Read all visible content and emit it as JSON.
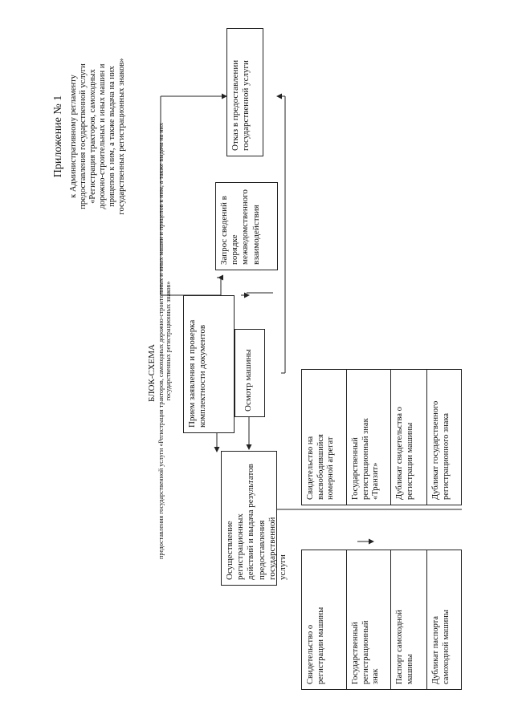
{
  "header": {
    "appendix_title": "Приложение № 1",
    "appendix_lines": "к Административному регламенту\nпредоставления государственной услуги\n«Регистрация тракторов, самоходных\nдорожно-строительных и иных машин и\nприцепов к ним, а также выдача на них\nгосударственных регистрационных знаков»"
  },
  "title": {
    "heading": "БЛОК-СХЕМА",
    "subtitle": "предоставления государственной услуги «Регистрация тракторов, самоходных дорожно-строительных и иных машин и прицепов к ним, а также выдача на них\nгосударственных регистрационных знаков»"
  },
  "boxes": {
    "reception": "Прием заявления и проверка\nкомплектности документов",
    "inspection": "Осмотр машины",
    "interagency_request": "Запрос сведений в\nпорядке\nмежведомственного\nвзаимодействия",
    "refusal": "Отказ в предоставлении\nгосударственной услуги",
    "registration": "Осуществление регистрационных\nдействий и выдача результатов\nпредоставления государственной\nуслуги"
  },
  "results_left": [
    "Свидетельство о\nрегистрации машины",
    "Государственный\nрегистрационный\nзнак",
    "Паспорт самоходной\nмашины",
    "Дубликат паспорта\nсамоходной машины"
  ],
  "results_right": [
    "Свидетельство на\nвысвободившийся\nномерной агрегат",
    "Государственный\nрегистрационный знак\n«Транзит»",
    "Дубликат свидетельства о\nрегистрации машины",
    "Дубликат государственного\nрегистрационного знака"
  ]
}
